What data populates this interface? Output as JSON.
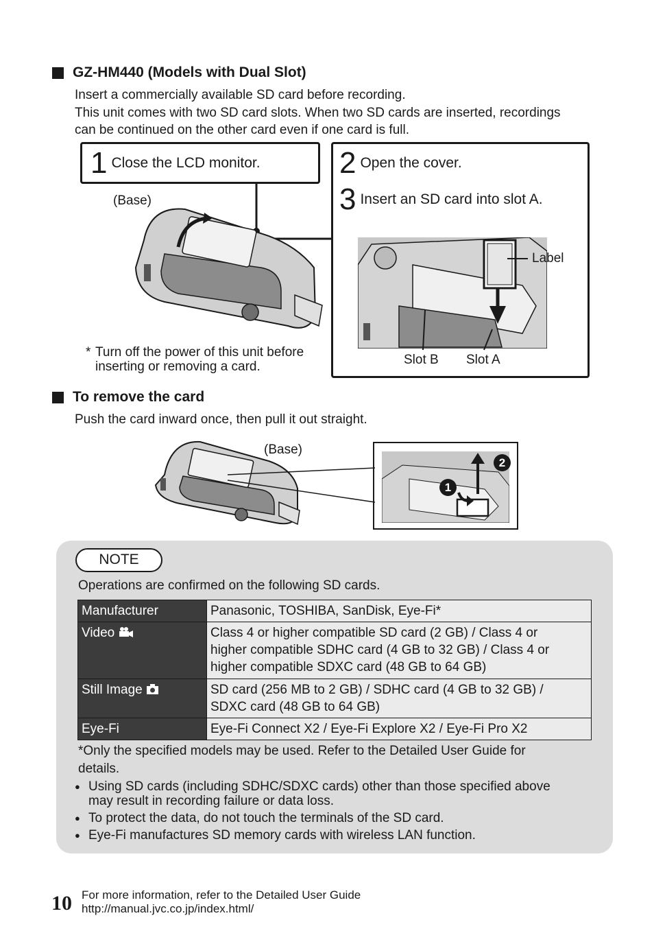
{
  "section1": {
    "title": "GZ-HM440 (Models with Dual Slot)",
    "intro": [
      "Insert a commercially available SD card before recording.",
      "This unit comes with two SD card slots. When two SD cards are inserted, recordings",
      "can be continued on the other card even if one card is full."
    ],
    "step1": {
      "number": "1",
      "text": "Close the LCD monitor."
    },
    "step2": {
      "number": "2",
      "text": "Open the cover."
    },
    "step3": {
      "number": "3",
      "text": "Insert an SD card into slot A."
    },
    "base_label": "(Base)",
    "label_label": "Label",
    "slot_b": "Slot B",
    "slot_a": "Slot A",
    "note_star": "*",
    "note_lines": [
      "Turn off the power of this unit before",
      "inserting or removing a card."
    ]
  },
  "section2": {
    "title": "To remove the card",
    "text": "Push the card inward once, then pull it out straight.",
    "base_label": "(Base)",
    "marker1": "1",
    "marker2": "2"
  },
  "note": {
    "badge": "NOTE",
    "intro": "Operations are confirmed on the following SD cards.",
    "table": [
      {
        "header": "Manufacturer",
        "icon": "",
        "value": [
          "Panasonic, TOSHIBA, SanDisk, Eye-Fi*"
        ]
      },
      {
        "header": "Video",
        "icon": "video-camera-icon",
        "value": [
          "Class 4 or higher compatible SD card (2 GB) / Class 4 or",
          "higher compatible SDHC card (4 GB to 32 GB) / Class 4 or",
          "higher compatible SDXC card (48 GB to 64 GB)"
        ]
      },
      {
        "header": "Still Image",
        "icon": "camera-icon",
        "value": [
          "SD card (256 MB to 2 GB) / SDHC card (4 GB to 32 GB) /",
          "SDXC card (48 GB to 64 GB)"
        ]
      },
      {
        "header": "Eye-Fi",
        "icon": "",
        "value": [
          "Eye-Fi Connect X2 / Eye-Fi Explore X2 / Eye-Fi Pro X2"
        ]
      }
    ],
    "footnote": [
      "*Only the specified models may be used. Refer to the Detailed User Guide for",
      "details."
    ],
    "bullets": [
      [
        "Using SD cards (including SDHC/SDXC cards) other than those specified above",
        "may result in recording failure or data loss."
      ],
      [
        "To protect the data, do not touch the terminals of the SD card."
      ],
      [
        "Eye-Fi manufactures SD memory cards with wireless LAN function."
      ]
    ]
  },
  "footer": {
    "page_number": "10",
    "line1": "For more information, refer to the Detailed User Guide",
    "line2": "http://manual.jvc.co.jp/index.html/"
  }
}
